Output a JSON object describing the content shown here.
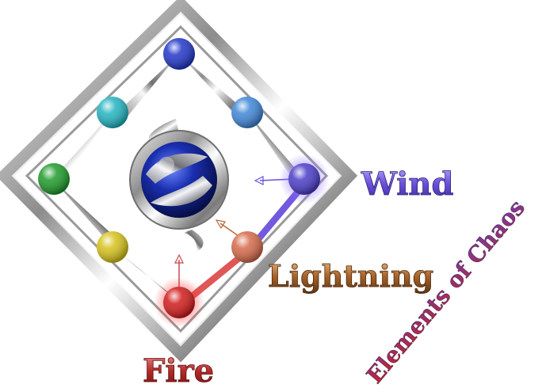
{
  "labels": {
    "wind": "Wind",
    "lightning": "Lightning",
    "fire": "Fire",
    "title": "Elements of Chaos"
  },
  "colors": {
    "wind": "#6a4fd8",
    "lightning": "#a8642a",
    "fire": "#b52a2a",
    "title_start": "#c82020",
    "title_end": "#6b3fb8"
  },
  "orbs": [
    {
      "name": "blue-orb",
      "color": "#2136c9"
    },
    {
      "name": "skyblue-orb",
      "color": "#3f86d8"
    },
    {
      "name": "violet-orb",
      "color": "#4a3cc8"
    },
    {
      "name": "orange-orb",
      "color": "#d56a4a"
    },
    {
      "name": "red-orb",
      "color": "#d11a1a"
    },
    {
      "name": "yellow-orb",
      "color": "#d6c21a"
    },
    {
      "name": "green-orb",
      "color": "#1e9a2a"
    },
    {
      "name": "cyan-orb",
      "color": "#22b4c2"
    }
  ]
}
